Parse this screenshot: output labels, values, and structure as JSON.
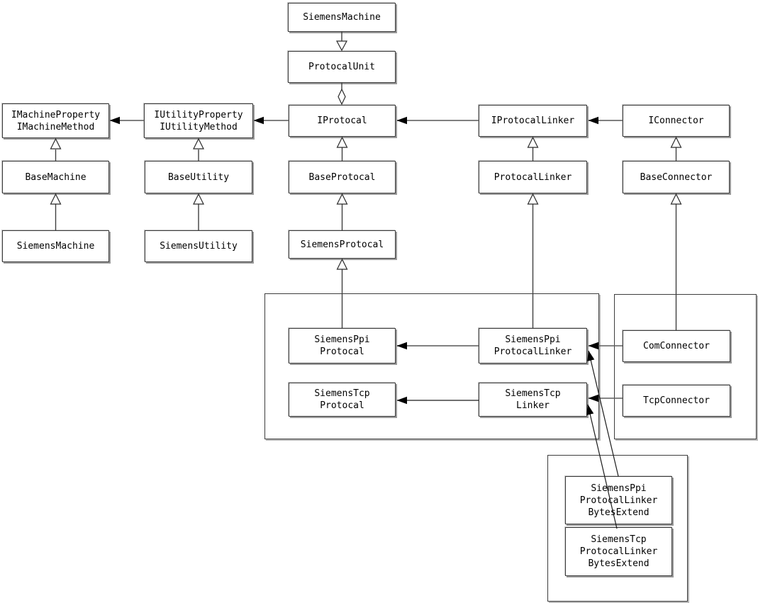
{
  "diagram": {
    "kind": "uml-class-diagram",
    "colors": {
      "background": "#ffffff",
      "box_border": "#3d3d3d",
      "box_shadow": "#9a9a9a",
      "association_line": "#808080",
      "inheritance_line": "#404040",
      "arrowhead_fill": "#000000",
      "text": "#000000"
    },
    "nodes": [
      {
        "id": "siemens-machine-top",
        "lines": [
          "SiemensMachine"
        ]
      },
      {
        "id": "protocal-unit",
        "lines": [
          "ProtocalUnit"
        ]
      },
      {
        "id": "imachine-interface",
        "lines": [
          "IMachineProperty",
          "IMachineMethod"
        ]
      },
      {
        "id": "iutility-interface",
        "lines": [
          "IUtilityProperty",
          "IUtilityMethod"
        ]
      },
      {
        "id": "iprotocal",
        "lines": [
          "IProtocal"
        ]
      },
      {
        "id": "iprotocal-linker",
        "lines": [
          "IProtocalLinker"
        ]
      },
      {
        "id": "iconnector",
        "lines": [
          "IConnector"
        ]
      },
      {
        "id": "base-machine",
        "lines": [
          "BaseMachine"
        ]
      },
      {
        "id": "base-utility",
        "lines": [
          "BaseUtility"
        ]
      },
      {
        "id": "base-protocal",
        "lines": [
          "BaseProtocal"
        ]
      },
      {
        "id": "protocal-linker",
        "lines": [
          "ProtocalLinker"
        ]
      },
      {
        "id": "base-connector",
        "lines": [
          "BaseConnector"
        ]
      },
      {
        "id": "siemens-machine",
        "lines": [
          "SiemensMachine"
        ]
      },
      {
        "id": "siemens-utility",
        "lines": [
          "SiemensUtility"
        ]
      },
      {
        "id": "siemens-protocal",
        "lines": [
          "SiemensProtocal"
        ]
      },
      {
        "id": "siemens-ppi-protocal",
        "lines": [
          "SiemensPpi",
          "Protocal"
        ]
      },
      {
        "id": "siemens-ppi-protocal-linker",
        "lines": [
          "SiemensPpi",
          "ProtocalLinker"
        ]
      },
      {
        "id": "siemens-tcp-protocal",
        "lines": [
          "SiemensTcp",
          "Protocal"
        ]
      },
      {
        "id": "siemens-tcp-linker",
        "lines": [
          "SiemensTcp",
          "Linker"
        ]
      },
      {
        "id": "com-connector",
        "lines": [
          "ComConnector"
        ]
      },
      {
        "id": "tcp-connector",
        "lines": [
          "TcpConnector"
        ]
      },
      {
        "id": "siemens-ppi-protocal-linker-bytes-extend",
        "lines": [
          "SiemensPpi",
          "ProtocalLinker",
          "BytesExtend"
        ]
      },
      {
        "id": "siemens-tcp-protocal-linker-bytes-extend",
        "lines": [
          "SiemensTcp",
          "ProtocalLinker",
          "BytesExtend"
        ]
      }
    ],
    "groups": [
      {
        "id": "protocal-group",
        "contains": [
          "SiemensPpiProtocal",
          "SiemensTcpProtocal",
          "SiemensPpiProtocalLinker",
          "SiemensTcpLinker"
        ]
      },
      {
        "id": "connector-group",
        "contains": [
          "ComConnector",
          "TcpConnector"
        ]
      },
      {
        "id": "bytes-extend-group",
        "contains": [
          "SiemensPpiProtocalLinkerBytesExtend",
          "SiemensTcpProtocalLinkerBytesExtend"
        ]
      }
    ],
    "relations": [
      {
        "from": "SiemensMachine",
        "to": "ProtocalUnit",
        "type": "generalization",
        "marker": "hollow-triangle-at-ProtocalUnit"
      },
      {
        "from": "ProtocalUnit",
        "to": "IProtocal",
        "type": "aggregation",
        "marker": "hollow-diamond-at-IProtocal"
      },
      {
        "from": "IProtocal",
        "to": "IUtilityProperty/IUtilityMethod",
        "type": "association",
        "marker": "filled-arrow"
      },
      {
        "from": "IUtilityProperty/IUtilityMethod",
        "to": "IMachineProperty/IMachineMethod",
        "type": "association",
        "marker": "filled-arrow"
      },
      {
        "from": "IProtocalLinker",
        "to": "IProtocal",
        "type": "association",
        "marker": "filled-arrow"
      },
      {
        "from": "IConnector",
        "to": "IProtocalLinker",
        "type": "association",
        "marker": "filled-arrow"
      },
      {
        "from": "BaseMachine",
        "to": "IMachineProperty/IMachineMethod",
        "type": "generalization",
        "marker": "hollow-triangle"
      },
      {
        "from": "SiemensMachine",
        "to": "BaseMachine",
        "type": "generalization",
        "marker": "hollow-triangle"
      },
      {
        "from": "BaseUtility",
        "to": "IUtilityProperty/IUtilityMethod",
        "type": "generalization",
        "marker": "hollow-triangle"
      },
      {
        "from": "SiemensUtility",
        "to": "BaseUtility",
        "type": "generalization",
        "marker": "hollow-triangle"
      },
      {
        "from": "BaseProtocal",
        "to": "IProtocal",
        "type": "generalization",
        "marker": "hollow-triangle"
      },
      {
        "from": "SiemensProtocal",
        "to": "BaseProtocal",
        "type": "generalization",
        "marker": "hollow-triangle"
      },
      {
        "from": "ProtocalLinker",
        "to": "IProtocalLinker",
        "type": "generalization",
        "marker": "hollow-triangle"
      },
      {
        "from": "BaseConnector",
        "to": "IConnector",
        "type": "generalization",
        "marker": "hollow-triangle"
      },
      {
        "from": "SiemensPpiProtocal",
        "to": "SiemensProtocal",
        "type": "generalization",
        "marker": "hollow-triangle"
      },
      {
        "from": "SiemensPpiProtocalLinker",
        "to": "ProtocalLinker",
        "type": "generalization",
        "marker": "hollow-triangle"
      },
      {
        "from": "ComConnector",
        "to": "BaseConnector",
        "type": "generalization",
        "marker": "hollow-triangle"
      },
      {
        "from": "SiemensPpiProtocalLinker",
        "to": "SiemensPpiProtocal",
        "type": "association",
        "marker": "filled-arrow"
      },
      {
        "from": "SiemensTcpLinker",
        "to": "SiemensTcpProtocal",
        "type": "association",
        "marker": "filled-arrow"
      },
      {
        "from": "ComConnector",
        "to": "SiemensPpiProtocalLinker",
        "type": "association",
        "marker": "filled-arrow"
      },
      {
        "from": "TcpConnector",
        "to": "SiemensTcpLinker",
        "type": "association",
        "marker": "filled-arrow"
      },
      {
        "from": "SiemensPpiProtocalLinkerBytesExtend",
        "to": "SiemensPpiProtocalLinker",
        "type": "association",
        "marker": "filled-arrow"
      },
      {
        "from": "SiemensTcpProtocalLinkerBytesExtend",
        "to": "SiemensTcpLinker",
        "type": "association",
        "marker": "filled-arrow"
      }
    ]
  }
}
